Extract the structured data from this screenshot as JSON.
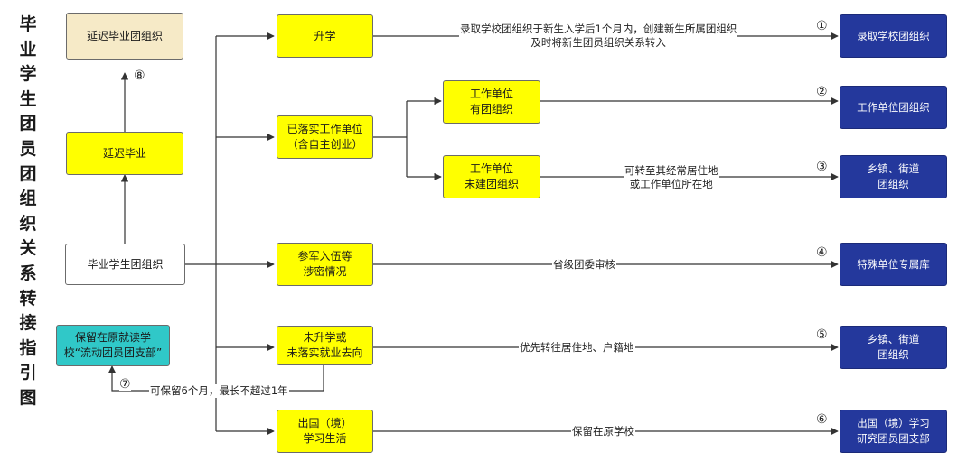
{
  "title": "毕业学生团员团组织关系转接指引图",
  "boxes": {
    "delayed_grad_org": "延迟毕业团组织",
    "delayed_grad": "延迟毕业",
    "grad_student_org": "毕业学生团组织",
    "retained_branch": "保留在原就读学\n校“流动团员团支部”",
    "further_study": "升学",
    "employed": "已落实工作单位\n（含自主创业）",
    "employer_has_org": "工作单位\n有团组织",
    "employer_no_org": "工作单位\n未建团组织",
    "military": "参军入伍等\n涉密情况",
    "no_destination": "未升学或\n未落实就业去向",
    "abroad": "出国（境）\n学习生活",
    "admitting_school_org": "录取学校团组织",
    "employer_org": "工作单位团组织",
    "township_org_1": "乡镇、街道\n团组织",
    "special_unit_db": "特殊单位专属库",
    "township_org_2": "乡镇、街道\n团组织",
    "abroad_branch": "出国（境）学习\n研究团员团支部"
  },
  "labels": {
    "further_study_note": "录取学校团组织于新生入学后1个月内，创建新生所属团组织\n及时将新生团员组织关系转入",
    "no_org_note": "可转至其经常居住地\n或工作单位所在地",
    "military_note": "省级团委审核",
    "no_destination_note": "优先转往居住地、户籍地",
    "abroad_note": "保留在原学校",
    "retain_note": "可保留6个月，最长不超过1年"
  },
  "numbers": {
    "n1": "①",
    "n2": "②",
    "n3": "③",
    "n4": "④",
    "n5": "⑤",
    "n6": "⑥",
    "n7": "⑦",
    "n8": "⑧"
  },
  "colors": {
    "yellow": "#ffff00",
    "navy": "#24389c",
    "teal": "#30c8c8",
    "cream": "#f6eac7",
    "line": "#333333"
  }
}
